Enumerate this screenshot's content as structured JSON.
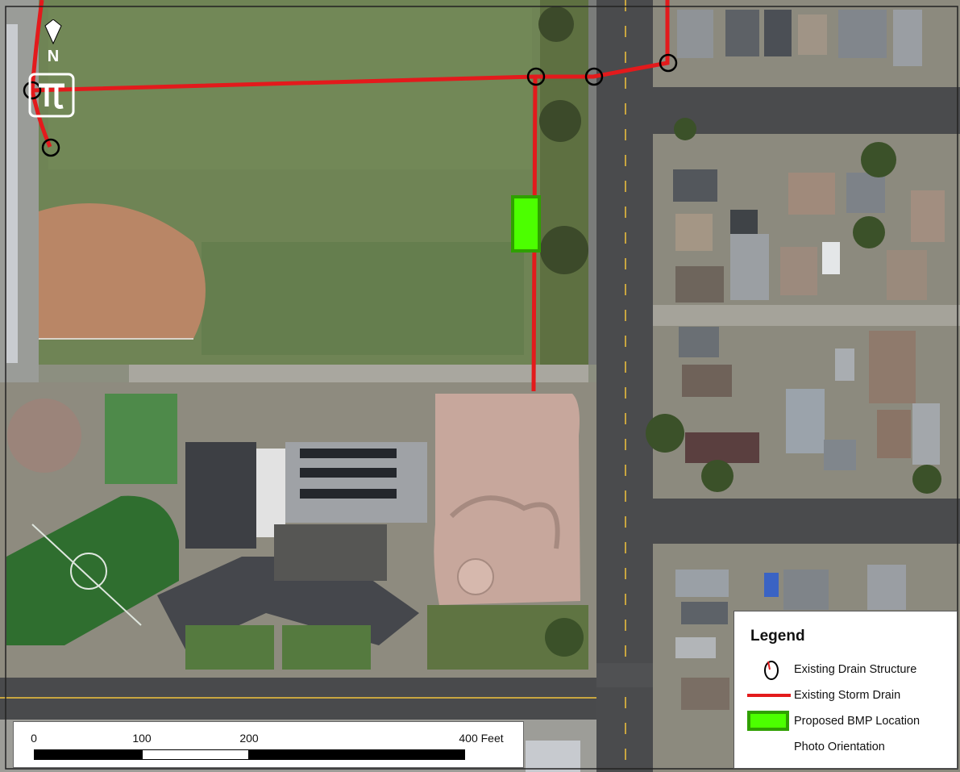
{
  "legend": {
    "title": "Legend",
    "items": [
      {
        "label": "Existing Drain Structure",
        "symbol": "drain-structure-icon"
      },
      {
        "label": "Existing Storm Drain",
        "symbol": "storm-drain-line-icon",
        "color": "#e31a1c"
      },
      {
        "label": "Proposed BMP Location",
        "symbol": "bmp-area-icon",
        "color": "#4cff00"
      },
      {
        "label": "Photo Orientation",
        "symbol": "photo-orientation-icon"
      }
    ]
  },
  "scale_bar": {
    "labels": [
      {
        "text": "0",
        "value": 0
      },
      {
        "text": "100",
        "value": 100
      },
      {
        "text": "200",
        "value": 200
      },
      {
        "text": "400 Feet",
        "value": 400
      }
    ]
  },
  "north_arrow": {
    "label": "N"
  },
  "colors": {
    "storm_drain": "#e31a1c",
    "bmp_fill": "#4cff00",
    "bmp_outline": "#2fa000",
    "drain_structure": "#000000"
  }
}
